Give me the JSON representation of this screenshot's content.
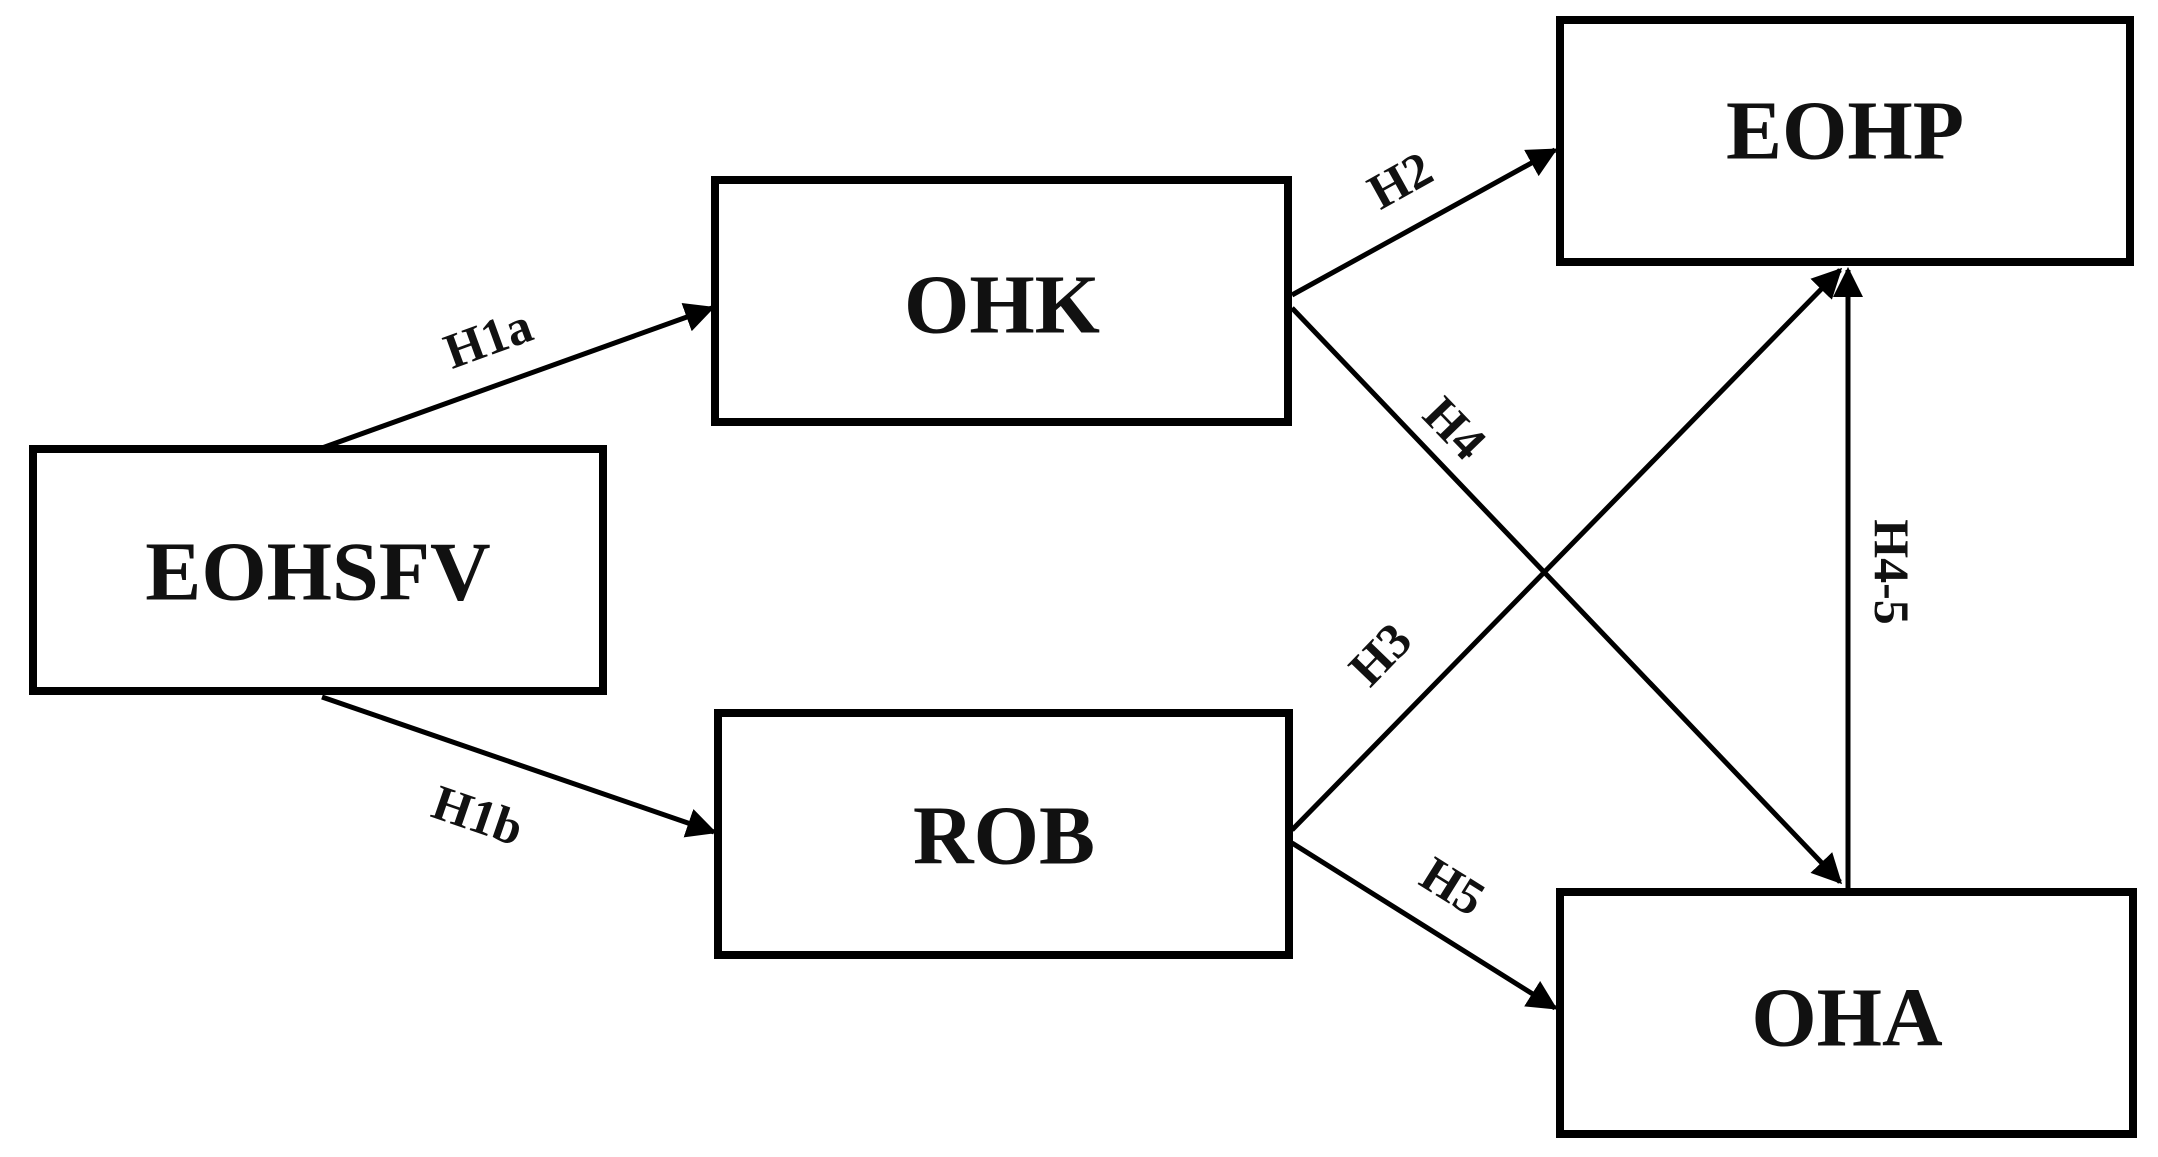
{
  "diagram": {
    "nodes": {
      "eohsfv": "EOHSFV",
      "ohk": "OHK",
      "rob": "ROB",
      "eohp": "EOHP",
      "oha": "OHA"
    },
    "edges": {
      "h1a": "H1a",
      "h1b": "H1b",
      "h2": "H2",
      "h3": "H3",
      "h4": "H4",
      "h5": "H5",
      "h4_5": "H4-5"
    },
    "colors": {
      "stroke": "#000000",
      "text": "#111111",
      "background": "#ffffff"
    }
  }
}
